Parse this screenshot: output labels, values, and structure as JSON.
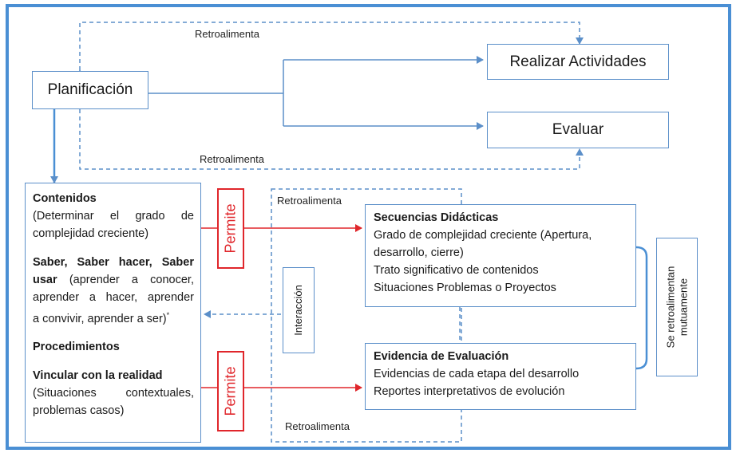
{
  "labels": {
    "retro_top": "Retroalimenta",
    "retro_mid": "Retroalimenta",
    "retro_inner_top": "Retroalimenta",
    "retro_inner_bottom": "Retroalimenta"
  },
  "nodes": {
    "planificacion": "Planificación",
    "realizar": "Realizar Actividades",
    "evaluar": "Evaluar",
    "permite_1": "Permite",
    "permite_2": "Permite",
    "interaccion": "Interacción",
    "mutuamente_1": "Se retroalimentan",
    "mutuamente_2": "mutuamente"
  },
  "contenidos": {
    "title": "Contenidos",
    "desc_1": "(Determinar el grado de",
    "desc_2": "complejidad creciente)",
    "saber_1": "Saber, Saber hacer, Saber",
    "saber_bold_2": "usar",
    "saber_rest_2": "(aprender a conocer,",
    "saber_3": "aprender a hacer, aprender",
    "saber_4": "a convivir, aprender a ser)",
    "saber_mark": "*",
    "procedimientos": "Procedimientos",
    "vincular": "Vincular con la realidad",
    "vincular_1": "(Situaciones contextuales,",
    "vincular_2": "problemas casos)"
  },
  "secuencias": {
    "title": "Secuencias Didácticas",
    "line_1": "Grado de complejidad creciente (Apertura,",
    "line_2": "desarrollo, cierre)",
    "line_3": "Trato significativo de contenidos",
    "line_4": "Situaciones Problemas o Proyectos"
  },
  "evidencia": {
    "title": "Evidencia de Evaluación",
    "line_1": "Evidencias de cada etapa del desarrollo",
    "line_2": "Reportes interpretativos de evolución"
  },
  "colors": {
    "frame": "#4a8fd4",
    "arrow_blue": "#5b8fc9",
    "arrow_red": "#e0262b"
  }
}
